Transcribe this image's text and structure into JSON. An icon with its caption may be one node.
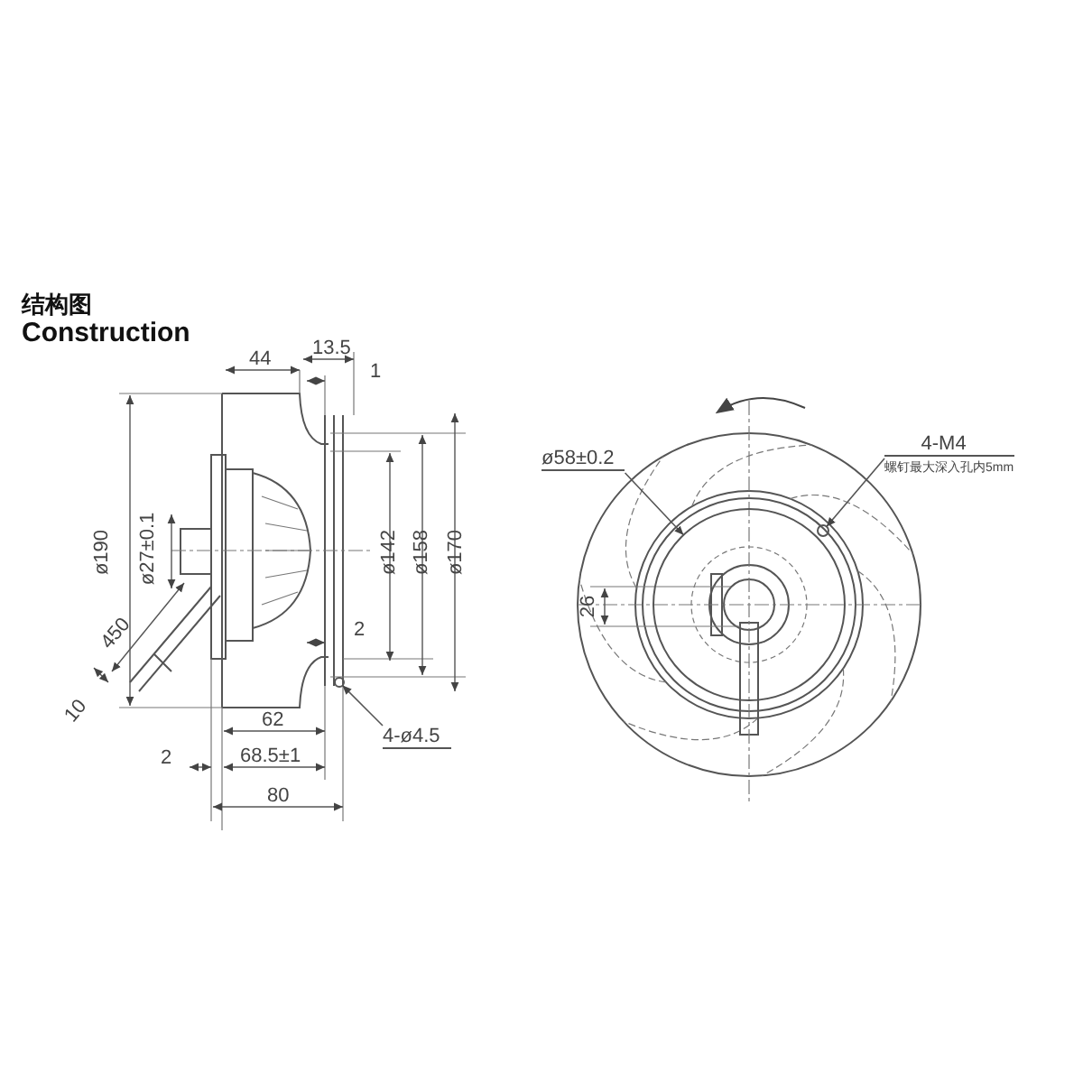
{
  "diagram": {
    "nodes": [
      {
        "text": [
          "ø58±0.2"
        ]
      },
      {
        "text": [],
        "shape": "circle"
      },
      {
        "text": [
          "4-M4",
          "螺钉最大深入孔内5mm"
        ]
      },
      {
        "text": [],
        "shape": "circle"
      },
      {
        "text": [
          "4-ø4.5"
        ]
      },
      {
        "text": [],
        "shape": "circle"
      }
    ],
    "edges": [
      {
        "from": 0,
        "to": 1,
        "arrow": "to"
      },
      {
        "from": 2,
        "to": 3,
        "arrow": "to"
      },
      {
        "from": 4,
        "to": 5,
        "arrow": "to"
      }
    ],
    "labels": [
      "结构图",
      "Construction",
      "44",
      "13.5",
      "1",
      "ø190",
      "ø27±0.1",
      "ø142",
      "ø158",
      "ø170",
      "450",
      "2",
      "10",
      "62",
      "2",
      "68.5±1",
      "80",
      "26"
    ]
  }
}
